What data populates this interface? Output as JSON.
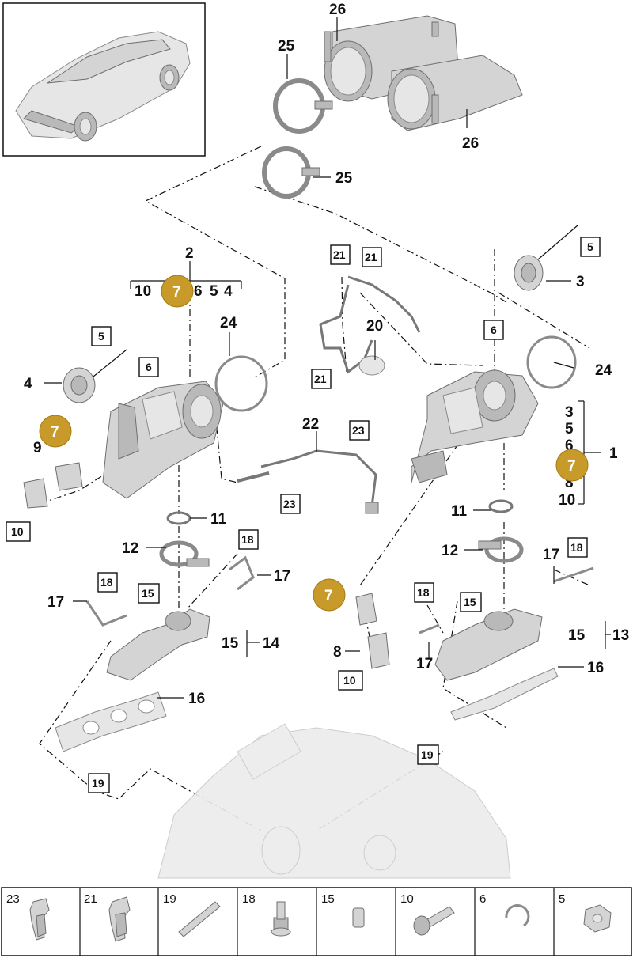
{
  "callouts": {
    "c26a": "26",
    "c26b": "26",
    "c25a": "25",
    "c25b": "25",
    "c2": "2",
    "c_row_10": "10",
    "c_row_6": "6",
    "c_row_5": "5",
    "c_row_4": "4",
    "c24a": "24",
    "c24b": "24",
    "c4": "4",
    "c9": "9",
    "c11a": "11",
    "c11b": "11",
    "c12a": "12",
    "c12b": "12",
    "c17a": "17",
    "c17b": "17",
    "c17c": "17",
    "c17d": "17",
    "c14": "14",
    "c15a": "15",
    "c15b": "15",
    "c13": "13",
    "c16a": "16",
    "c16b": "16",
    "c22": "22",
    "c20": "20",
    "c3a": "3",
    "c3b": "3",
    "c1": "1",
    "c5_r": "5",
    "c6_r": "6",
    "c8_r": "8",
    "c10_r": "10",
    "c8": "8"
  },
  "boxed": {
    "b5a": "5",
    "b6a": "6",
    "b10a": "10",
    "b21a": "21",
    "b21b": "21",
    "b21c": "21",
    "b23a": "23",
    "b23b": "23",
    "b5b": "5",
    "b6b": "6",
    "b18a": "18",
    "b18b": "18",
    "b18c": "18",
    "b18d": "18",
    "b15a": "15",
    "b15b": "15",
    "b10b": "10",
    "b19a": "19",
    "b19b": "19"
  },
  "gold_markers": {
    "g1": "7",
    "g2": "7",
    "g3": "7",
    "g4": "7"
  },
  "legend": [
    {
      "num": "23",
      "icon": "clip-icon"
    },
    {
      "num": "21",
      "icon": "double-clip-icon"
    },
    {
      "num": "19",
      "icon": "pin-icon"
    },
    {
      "num": "18",
      "icon": "stud-icon"
    },
    {
      "num": "15",
      "icon": "dowel-icon"
    },
    {
      "num": "10",
      "icon": "bolt-icon"
    },
    {
      "num": "6",
      "icon": "circlip-icon"
    },
    {
      "num": "5",
      "icon": "nut-icon"
    }
  ],
  "colors": {
    "marker": "#c79a2a",
    "line": "#111111",
    "part": "#d4d4d4"
  }
}
